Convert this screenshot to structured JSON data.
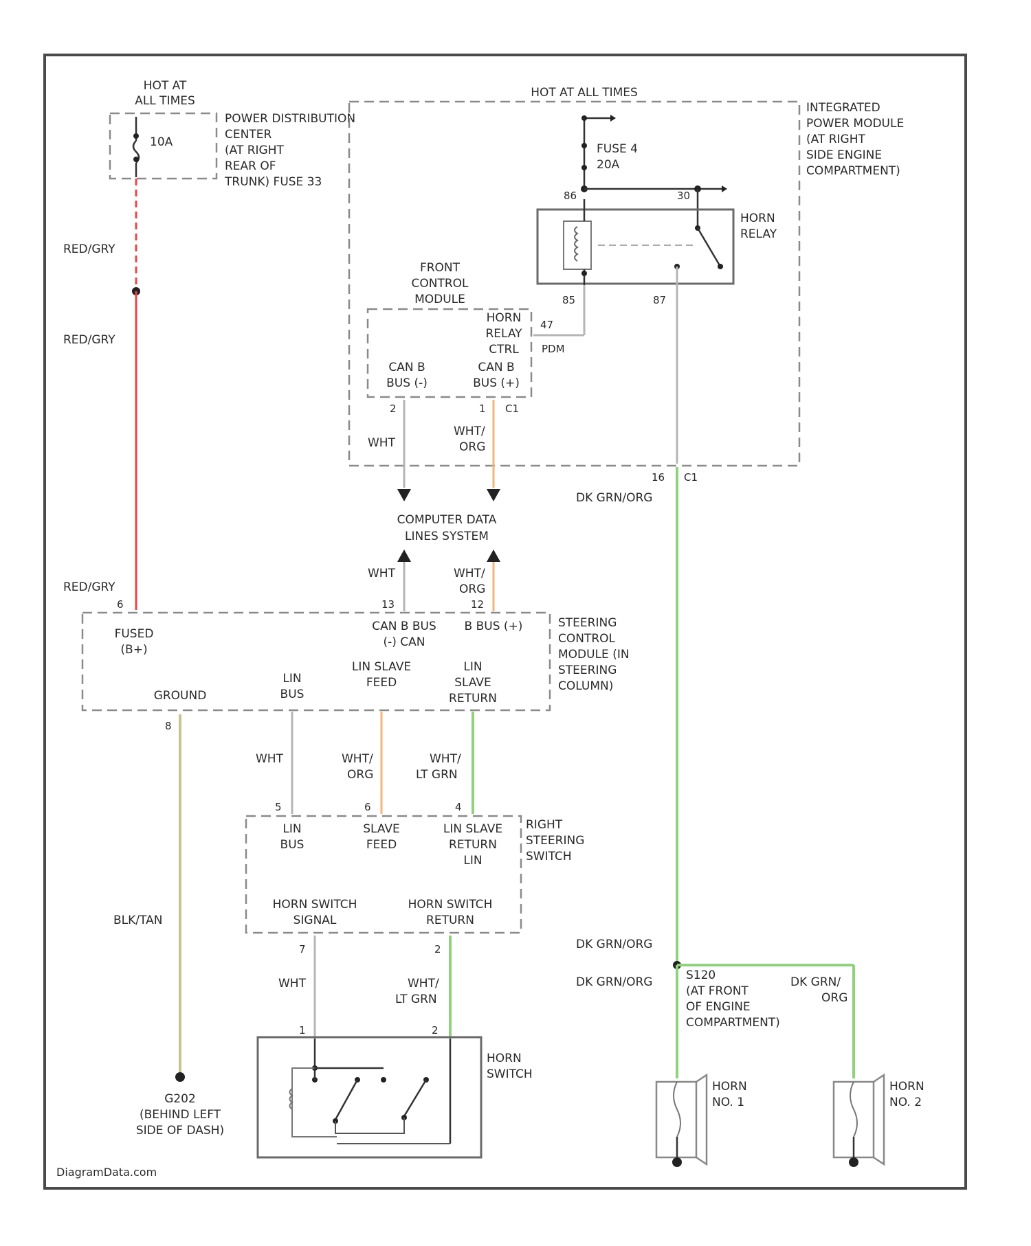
{
  "labels": {
    "hot_at_all_times_left": [
      "HOT AT",
      "ALL TIMES"
    ],
    "fuse_left": "10A",
    "pdc": [
      "POWER DISTRIBUTION",
      "CENTER",
      "(AT RIGHT",
      "REAR OF",
      "TRUNK) FUSE 33"
    ],
    "hot_at_all_times_top": "HOT AT ALL TIMES",
    "fuse4": [
      "FUSE 4",
      "20A"
    ],
    "ipm": [
      "INTEGRATED",
      "POWER MODULE",
      "(AT RIGHT",
      "SIDE ENGINE",
      "COMPARTMENT)"
    ],
    "horn_relay": [
      "HORN",
      "RELAY"
    ],
    "relay_pins": {
      "p86": "86",
      "p30": "30",
      "p85": "85",
      "p87": "87"
    },
    "fcm": [
      "FRONT",
      "CONTROL",
      "MODULE"
    ],
    "horn_relay_ctrl": [
      "HORN",
      "RELAY",
      "CTRL"
    ],
    "can_b_minus": [
      "CAN B",
      "BUS (-)"
    ],
    "can_b_plus": [
      "CAN B",
      "BUS (+)"
    ],
    "pin_47": "47",
    "pdm": "PDM",
    "fcm_pins": {
      "a": "2",
      "b": "1",
      "c": "C1"
    },
    "wht": "WHT",
    "wht_org": [
      "WHT/",
      "ORG"
    ],
    "ipm_pin": [
      "16",
      "C1"
    ],
    "dk_grn_org": "DK GRN/ORG",
    "cdls": [
      "COMPUTER DATA",
      "LINES SYSTEM"
    ],
    "red_gry": "RED/GRY",
    "sccm_pins": {
      "fused": "6",
      "can_minus": "13",
      "can_plus": "12"
    },
    "fused_b": [
      "FUSED",
      "(B+)"
    ],
    "can_b_bus_clcan": [
      "CAN B BUS",
      "(-) CAN"
    ],
    "b_bus_plus": "B BUS (+)",
    "sccm": [
      "STEERING",
      "CONTROL",
      "MODULE (IN",
      "STEERING",
      "COLUMN)"
    ],
    "ground": "GROUND",
    "ground_pin": "8",
    "lin_bus": [
      "LIN",
      "BUS"
    ],
    "lin_slave_feed": [
      "LIN SLAVE",
      "FEED"
    ],
    "lin_slave_return": [
      "LIN",
      "SLAVE",
      "RETURN"
    ],
    "wht_ltgrn": [
      "WHT/",
      "LT GRN"
    ],
    "rss_pins": {
      "lin_bus": "5",
      "slave_feed": "6",
      "return": "4"
    },
    "rss_lin_bus": [
      "LIN",
      "BUS"
    ],
    "rss_slave_feed": [
      "SLAVE",
      "FEED"
    ],
    "rss_return": [
      "LIN SLAVE",
      "RETURN",
      "LIN"
    ],
    "rss": [
      "RIGHT",
      "STEERING",
      "SWITCH"
    ],
    "horn_sw_signal": [
      "HORN SWITCH",
      "SIGNAL"
    ],
    "horn_sw_return": [
      "HORN SWITCH",
      "RETURN"
    ],
    "rss_out_pins": {
      "signal": "7",
      "return": "2"
    },
    "blk_tan": "BLK/TAN",
    "horn_sw_pins": {
      "p1": "1",
      "p2": "2"
    },
    "horn_switch": [
      "HORN",
      "SWITCH"
    ],
    "g202": [
      "G202",
      "(BEHIND LEFT",
      "SIDE OF DASH)"
    ],
    "s120": [
      "S120",
      "(AT FRONT",
      "OF ENGINE",
      "COMPARTMENT)"
    ],
    "dk_grn_org_split": [
      "DK GRN/",
      "ORG"
    ],
    "horn1": [
      "HORN",
      "NO. 1"
    ],
    "horn2": [
      "HORN",
      "NO. 2"
    ],
    "watermark": "DiagramData.com"
  }
}
